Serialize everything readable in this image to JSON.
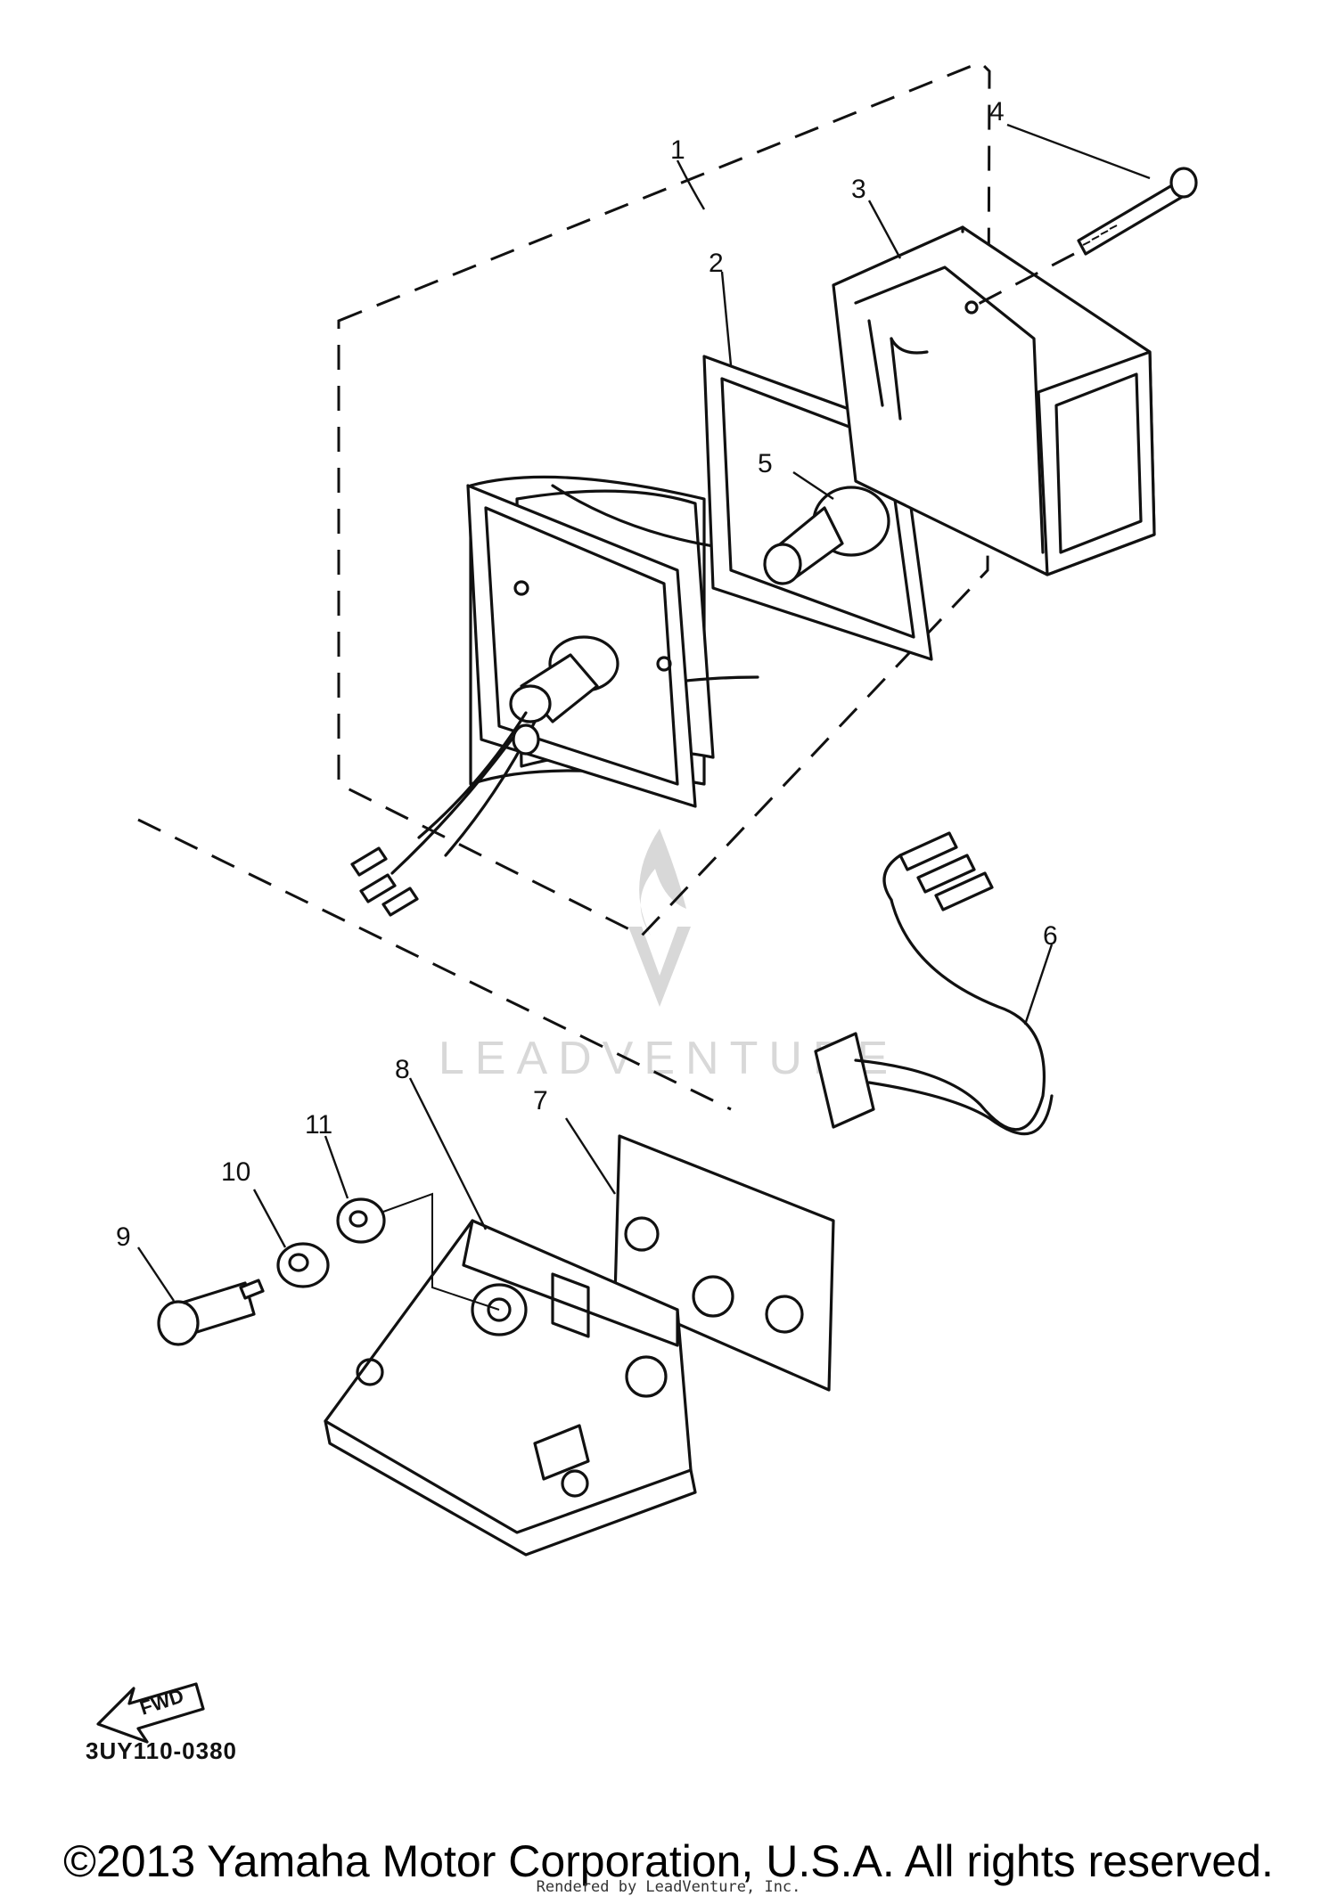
{
  "diagram": {
    "callouts": [
      "1",
      "2",
      "3",
      "4",
      "5",
      "6",
      "7",
      "8",
      "9",
      "10",
      "11"
    ],
    "code": "3UY110-0380",
    "fwd_label": "FWD"
  },
  "watermark": {
    "text": "LEADVENTURE"
  },
  "footer": {
    "copyright": "©2013 Yamaha Motor Corporation, U.S.A. All rights reserved.",
    "rendered_by": "Rendered by LeadVenture, Inc."
  }
}
